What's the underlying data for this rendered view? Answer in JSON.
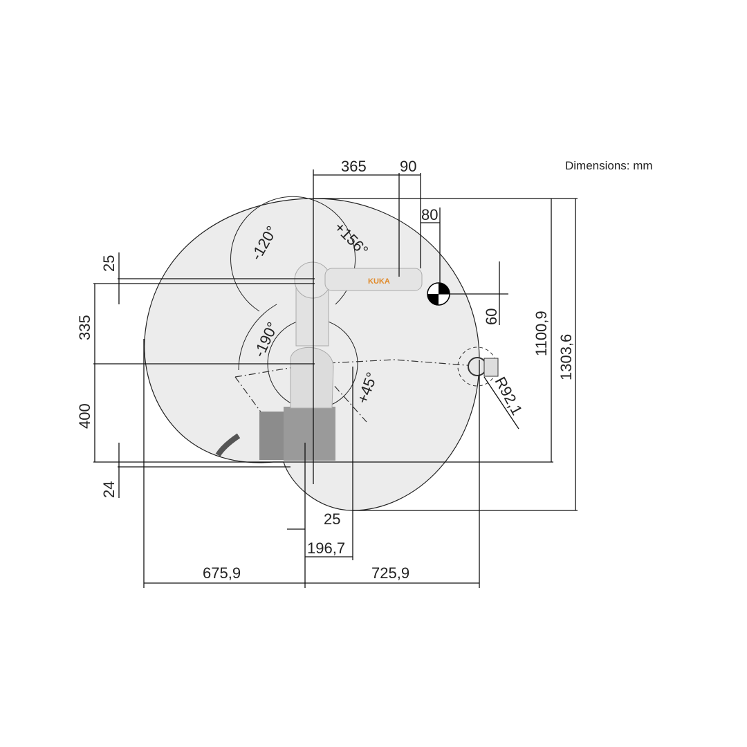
{
  "note": "Dimensions: mm",
  "brand": "KUKA",
  "colors": {
    "envelope": "#ececec",
    "robot": "#d9d9d9",
    "base": "#8c8c8c",
    "brand": "#e08a2a"
  },
  "dimensions": {
    "top_365": "365",
    "top_90": "90",
    "top_80": "80",
    "right_60": "60",
    "right_1100_9": "1100,9",
    "right_1303_6": "1303,6",
    "left_25": "25",
    "left_335": "335",
    "left_400": "400",
    "left_24": "24",
    "bottom_25": "25",
    "bottom_196_7": "196,7",
    "bottom_675_9": "675,9",
    "bottom_725_9": "725,9",
    "radius": "R92,1"
  },
  "angles": {
    "a1": "-120°",
    "a2": "+156°",
    "a3": "-190°",
    "a4": "+45°"
  }
}
